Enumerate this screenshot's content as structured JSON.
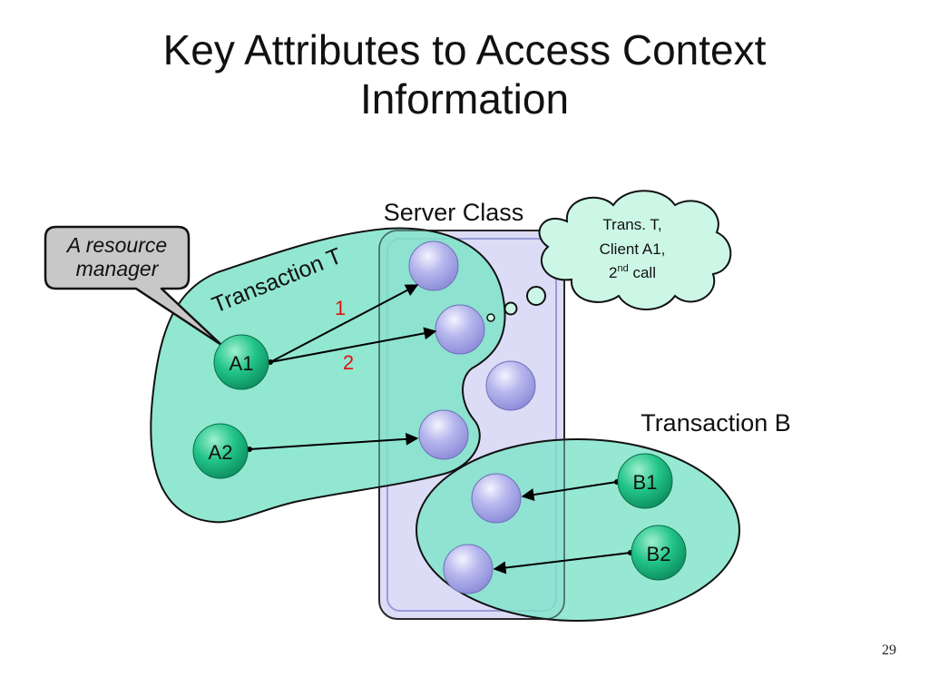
{
  "slide": {
    "title_line1": "Key Attributes to Access Context",
    "title_line2": "Information",
    "page_number": "29"
  },
  "diagram": {
    "server_class_label": "Server Class",
    "transaction_t_label": "Transaction T",
    "transaction_b_label": "Transaction B",
    "callout": {
      "line1": "A resource",
      "line2": "manager"
    },
    "thought": {
      "line1": "Trans. T,",
      "line2": "Client A1,",
      "line3_main": "2",
      "line3_sup": "nd",
      "line3_rest": " call"
    },
    "clients": {
      "a1": "A1",
      "a2": "A2",
      "b1": "B1",
      "b2": "B2"
    },
    "call_labels": {
      "first": "1",
      "second": "2"
    },
    "colors": {
      "transaction_fill": "#7fe3c9",
      "server_fill": "#dcdcf7",
      "client_green": "#1dbf84",
      "server_object": "#b3b3ec",
      "call_number": "#e01010"
    }
  }
}
